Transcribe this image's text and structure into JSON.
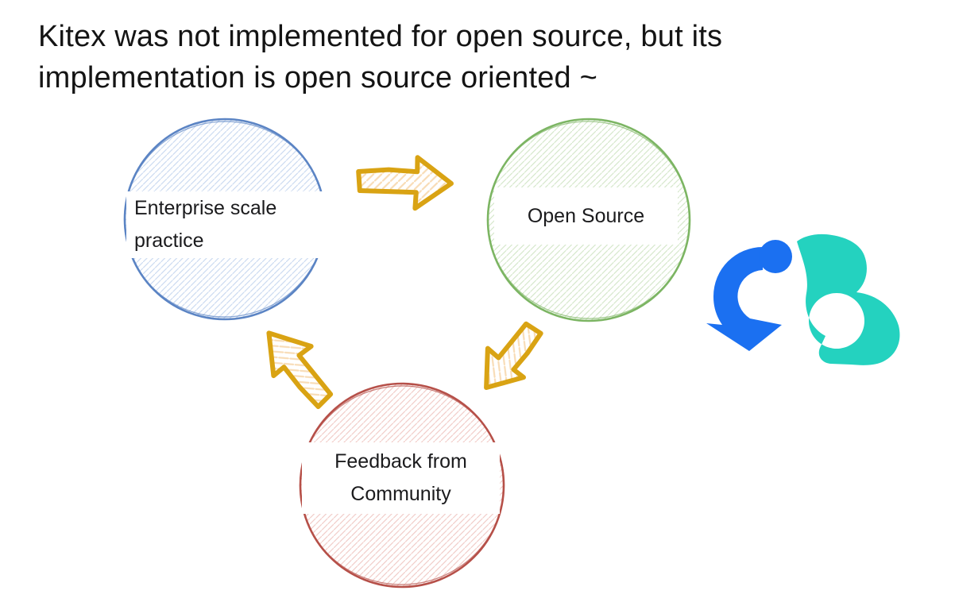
{
  "title": {
    "lines": [
      "Kitex was not implemented for open source, but its",
      "implementation is open source oriented ~"
    ]
  },
  "diagram": {
    "nodes": [
      {
        "id": "enterprise-scale-practice",
        "lines": [
          "Enterprise scale",
          "practice"
        ],
        "stroke_color": "#5b84c4",
        "hatch_color": "#ccdbf1"
      },
      {
        "id": "open-source",
        "lines": [
          "Open Source"
        ],
        "stroke_color": "#7cb563",
        "hatch_color": "#d6e8cc"
      },
      {
        "id": "feedback-from-community",
        "lines": [
          "Feedback from",
          "Community"
        ],
        "stroke_color": "#b65049",
        "hatch_color": "#f2cdc9"
      }
    ],
    "arrows": [
      {
        "from": "enterprise-scale-practice",
        "to": "open-source",
        "direction": "right",
        "color": "#d9a313",
        "hatch_color": "#f8dcb6"
      },
      {
        "from": "open-source",
        "to": "feedback-from-community",
        "direction": "down-left",
        "color": "#d9a313",
        "hatch_color": "#f8dcb6"
      },
      {
        "from": "feedback-from-community",
        "to": "enterprise-scale-practice",
        "direction": "up-left",
        "color": "#d9a313",
        "hatch_color": "#f8dcb6"
      }
    ]
  },
  "logo": {
    "name": "cloudwego-logo",
    "blue": "#1b70f1",
    "teal": "#24d2bf"
  }
}
